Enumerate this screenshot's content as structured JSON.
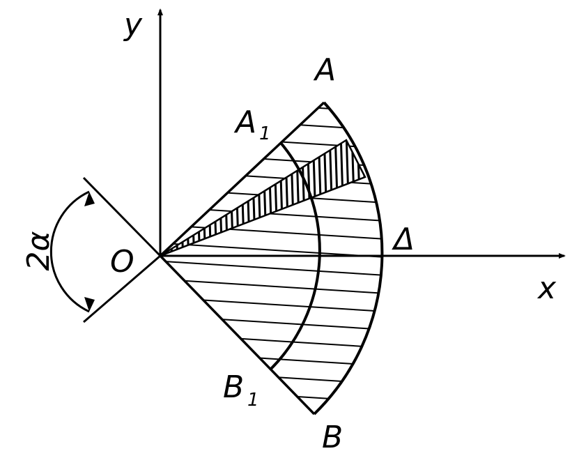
{
  "figure": {
    "labels": {
      "y_axis": "y",
      "x_axis": "x",
      "origin": "O",
      "point_a": "A",
      "point_a1_main": "A",
      "point_a1_sub": "1",
      "point_b": "B",
      "point_b1_main": "B",
      "point_b1_sub": "1",
      "point_delta": "Δ",
      "angle": "2α"
    },
    "colors": {
      "ink": "#000000",
      "paper": "#ffffff"
    }
  }
}
